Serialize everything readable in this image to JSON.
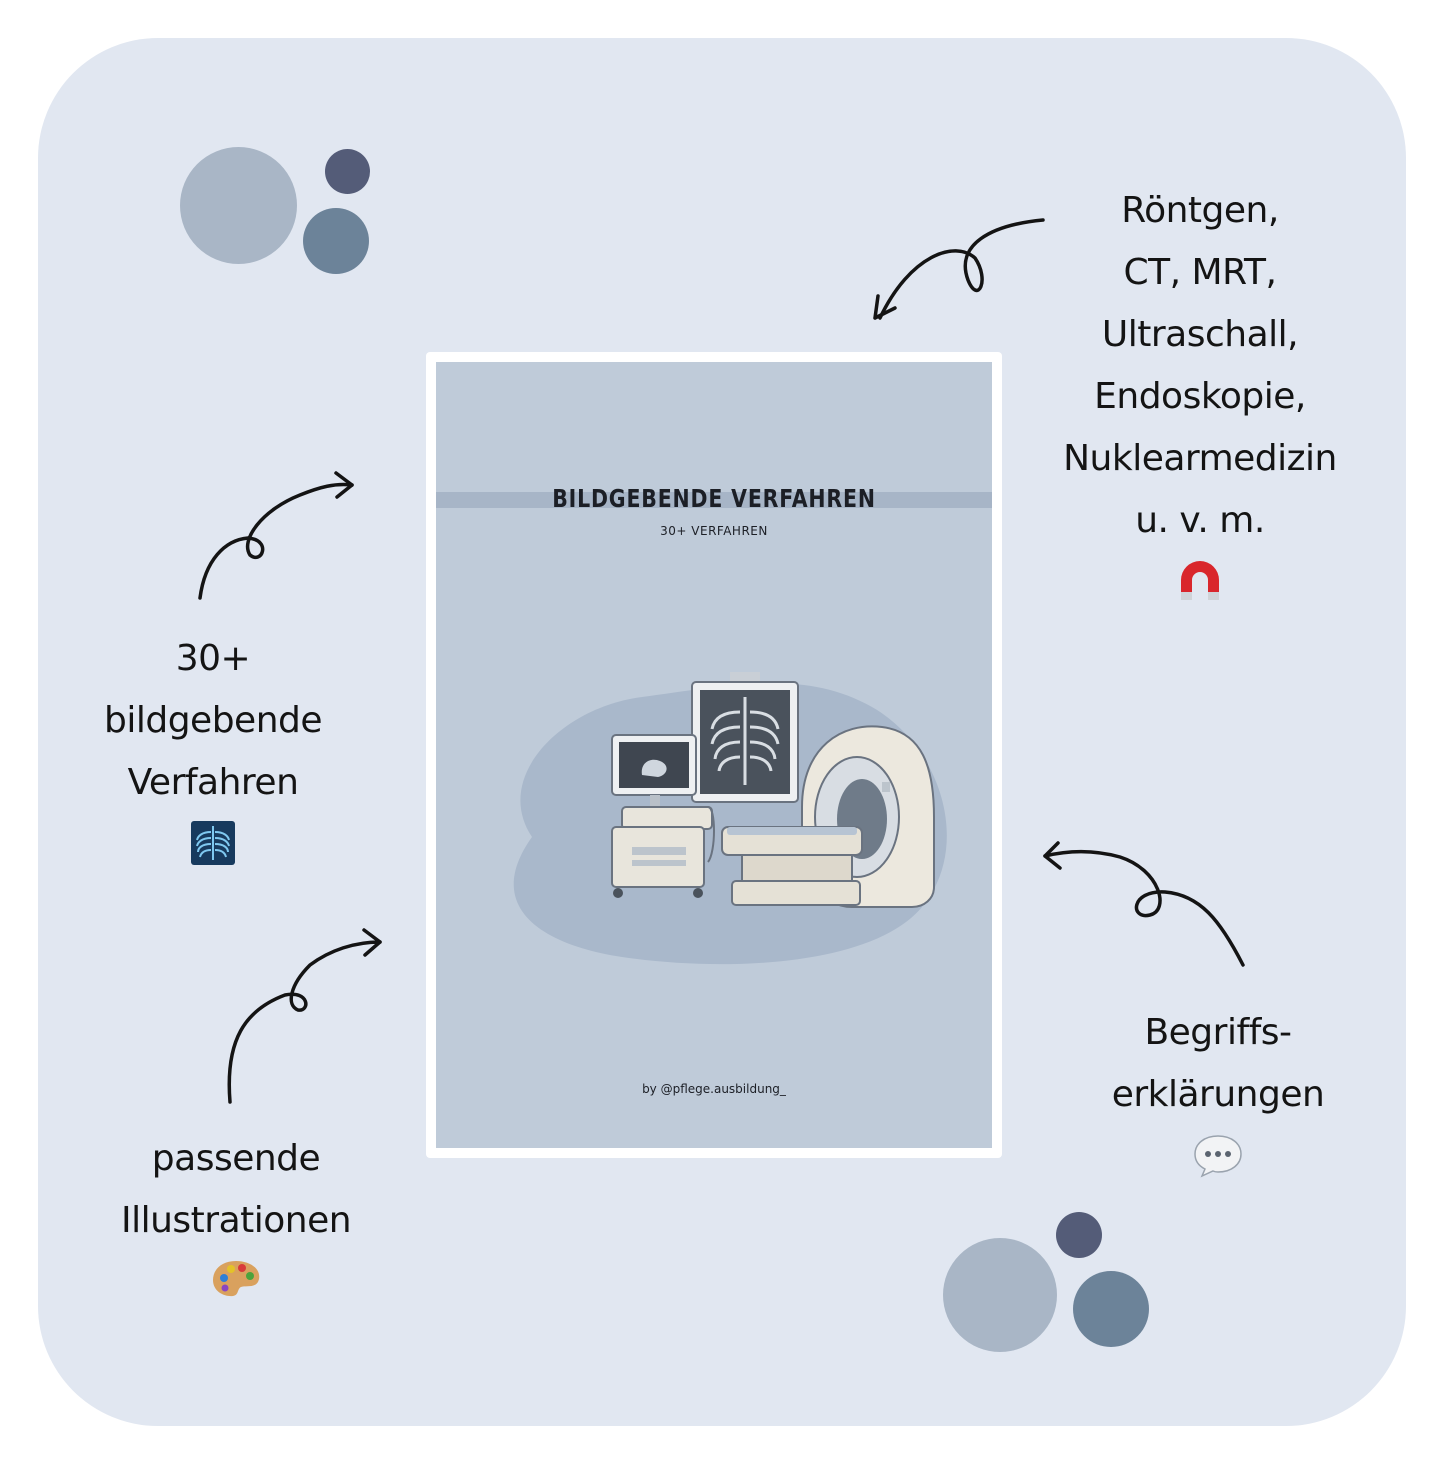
{
  "cover": {
    "title": "BILDGEBENDE VERFAHREN",
    "subtitle": "30+ VERFAHREN",
    "author": "by @pflege.ausbildung_"
  },
  "callouts": {
    "procedures": [
      "Röntgen,",
      "CT, MRT,",
      "Ultraschall,",
      "Endoskopie,",
      "Nuklearmedizin",
      "u. v. m."
    ],
    "count": [
      "30+",
      "bildgebende",
      "Verfahren"
    ],
    "illustrations": [
      "passende",
      "Illustrationen"
    ],
    "terms": [
      "Begriffs-",
      "erklärungen"
    ]
  },
  "icons": {
    "procedures": "magnet-icon",
    "count": "xray-icon",
    "illustrations": "palette-icon",
    "terms": "speech-bubble-icon"
  },
  "colors": {
    "panel": "#e1e7f1",
    "cover": "#bfcbd9",
    "dot_light": "#a9b6c6",
    "dot_dark": "#545c78",
    "dot_mid": "#6c8399",
    "ink": "#141414"
  }
}
